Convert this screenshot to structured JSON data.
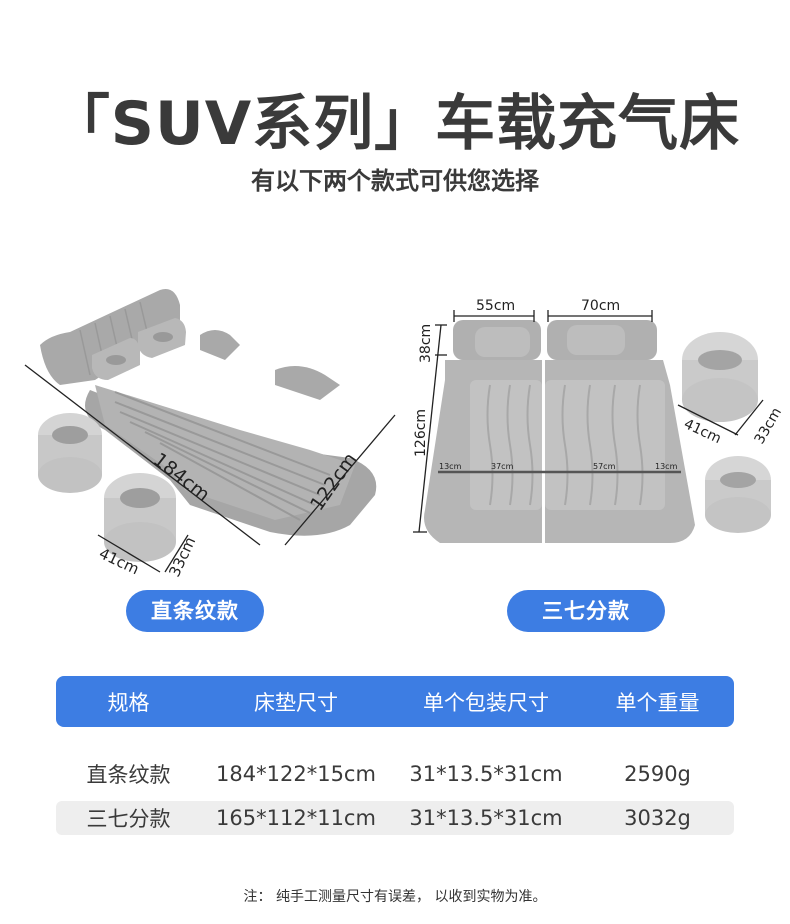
{
  "header": {
    "title": "「SUV系列」车载充气床",
    "subtitle": "有以下两个款式可供您选择"
  },
  "products": [
    {
      "label": "直条纹款",
      "dimensions": {
        "length": "184cm",
        "width": "122cm",
        "stool_width": "41cm",
        "stool_height": "33cm"
      }
    },
    {
      "label": "三七分款",
      "dimensions": {
        "left_width": "55cm",
        "right_width": "70cm",
        "head_height": "38cm",
        "body_height": "126cm",
        "segment_1": "13cm",
        "segment_2": "37cm",
        "segment_3": "57cm",
        "segment_4": "13cm",
        "stool_width": "41cm",
        "stool_height": "33cm"
      }
    }
  ],
  "colors": {
    "accent": "#3d7de3",
    "text": "#3a3a3a",
    "row_alt": "#eeeeee",
    "mattress": "#a9a9a9"
  },
  "spec_table": {
    "headers": [
      "规格",
      "床垫尺寸",
      "单个包装尺寸",
      "单个重量"
    ],
    "rows": [
      [
        "直条纹款",
        "184*122*15cm",
        "31*13.5*31cm",
        "2590g"
      ],
      [
        "三七分款",
        "165*112*11cm",
        "31*13.5*31cm",
        "3032g"
      ]
    ]
  },
  "note": "注：  纯手工测量尺寸有误差，  以收到实物为准。"
}
